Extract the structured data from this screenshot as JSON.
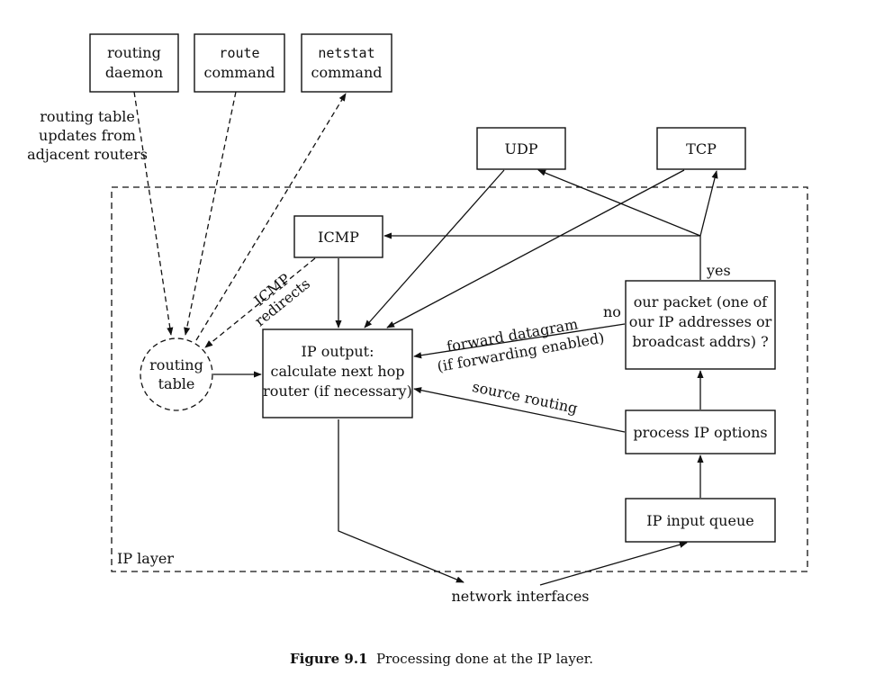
{
  "nodes": {
    "routing_daemon": [
      "routing",
      "daemon"
    ],
    "route_command": [
      "route",
      "command"
    ],
    "netstat_command": [
      "netstat",
      "command"
    ],
    "udp": "UDP",
    "tcp": "TCP",
    "icmp": "ICMP",
    "routing_table": [
      "routing",
      "table"
    ],
    "ip_output": [
      "IP output:",
      "calculate next hop",
      "router (if necessary)"
    ],
    "our_packet": [
      "our packet (one of",
      "our IP addresses or",
      "broadcast addrs) ?"
    ],
    "process_ip_options": "process IP options",
    "ip_input_queue": "IP input queue",
    "network_interfaces": "network interfaces",
    "ip_layer": "IP layer"
  },
  "edge_labels": {
    "routing_updates": [
      "routing table",
      "updates from",
      "adjacent routers"
    ],
    "icmp_redirects": [
      "ICMP",
      "redirects"
    ],
    "forward": [
      "forward datagram",
      "(if forwarding enabled)"
    ],
    "no": "no",
    "yes": "yes",
    "source_routing": "source routing"
  },
  "caption": {
    "label": "Figure 9.1",
    "text": "Processing done at the IP layer."
  }
}
